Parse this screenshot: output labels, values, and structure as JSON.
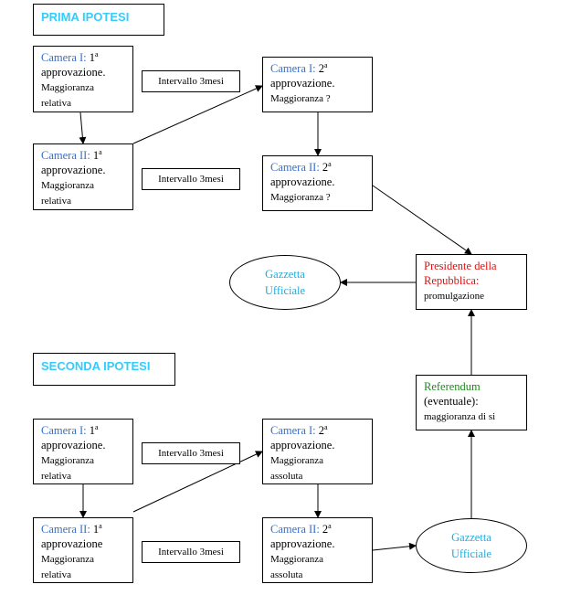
{
  "first_hypothesis": {
    "title": "PRIMA IPOTESI",
    "chamber1_first": {
      "name": "Camera I:",
      "ord": "1",
      "line2": "approvazione.",
      "line3": "Maggioranza",
      "line4": "relativa"
    },
    "chamber2_first": {
      "name": "Camera II:",
      "ord": "1",
      "line2": "approvazione.",
      "line3": "Maggioranza",
      "line4": "relativa"
    },
    "chamber1_second": {
      "name": "Camera I:",
      "ord": "2",
      "line2": "approvazione.",
      "line3": "Maggioranza ?"
    },
    "chamber2_second": {
      "name": "Camera II:",
      "ord": "2",
      "line2": "approvazione.",
      "line3": "Maggioranza ?"
    },
    "interval_top": "Intervallo 3mesi",
    "interval_bottom": "Intervallo 3mesi"
  },
  "president": {
    "line1": "Presidente della",
    "line2": "Repubblica:",
    "line3": "promulgazione"
  },
  "gazette_top": {
    "line1": "Gazzetta",
    "line2": "Ufficiale"
  },
  "second_hypothesis": {
    "title": "SECONDA IPOTESI",
    "chamber1_first": {
      "name": "Camera I:",
      "ord": "1",
      "line2": "approvazione.",
      "line3": "Maggioranza",
      "line4": "relativa"
    },
    "chamber2_first": {
      "name": "Camera II:",
      "ord": "1",
      "line2": "approvazione",
      "line3": "Maggioranza",
      "line4": "relativa"
    },
    "chamber1_second": {
      "name": "Camera I:",
      "ord": "2",
      "line2": "approvazione.",
      "line3": "Maggioranza",
      "line4": "assoluta"
    },
    "chamber2_second": {
      "name": "Camera II:",
      "ord": "2",
      "line2": "approvazione.",
      "line3": "Maggioranza",
      "line4": "assoluta"
    },
    "interval_top": "Intervallo 3mesi",
    "interval_bottom": "Intervallo 3mesi"
  },
  "referendum": {
    "line1": "Referendum",
    "line2": "(eventuale):",
    "line3": "maggioranza di si"
  },
  "gazette_bottom": {
    "line1": "Gazzetta",
    "line2": "Ufficiale"
  },
  "ordinal_marker": "a",
  "colors": {
    "header": "#33ccff",
    "chamber": "#3a6fc4",
    "president": "#e01010",
    "referendum": "#1e8a1e",
    "gazette": "#22aadd"
  }
}
